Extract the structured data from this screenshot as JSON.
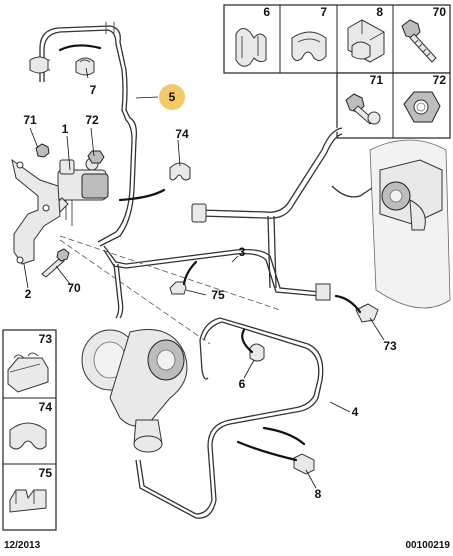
{
  "callouts": {
    "c5": "5",
    "c7": "7",
    "c71": "71",
    "c72": "72",
    "c1": "1",
    "c74": "74",
    "c2": "2",
    "c70": "70",
    "c3": "3",
    "c75": "75",
    "c73": "73",
    "c6": "6",
    "c4": "4",
    "c8": "8"
  },
  "legend_top": [
    "6",
    "7",
    "8",
    "70",
    "71",
    "72"
  ],
  "legend_left": [
    "73",
    "74",
    "75"
  ],
  "footer": {
    "date": "12/2013",
    "reference": "00100219"
  },
  "colors": {
    "highlight_circle": "#f2c14e",
    "line": "#333333"
  }
}
